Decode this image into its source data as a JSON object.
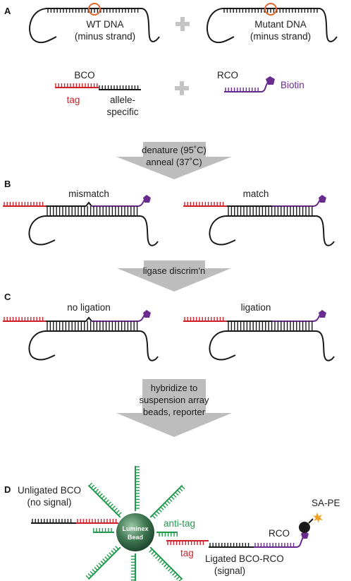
{
  "panels": {
    "a": "A",
    "b": "B",
    "c": "C",
    "d": "D"
  },
  "panel_a": {
    "wt_line1": "WT DNA",
    "wt_line2": "(minus strand)",
    "mut_line1": "Mutant DNA",
    "mut_line2": "(minus strand)",
    "bco": "BCO",
    "tag": "tag",
    "allele1": "allele-",
    "allele2": "specific",
    "rco": "RCO",
    "biotin": "Biotin"
  },
  "arrows": {
    "a1_line1": "denature (95˚C)",
    "a1_line2": "anneal (37˚C)",
    "a2": "ligase discrim'n",
    "a3_line1": "hybridize to",
    "a3_line2": "suspension array",
    "a3_line3": "beads, reporter"
  },
  "panel_b": {
    "left": "mismatch",
    "right": "match"
  },
  "panel_c": {
    "left": "no ligation",
    "right": "ligation"
  },
  "panel_d": {
    "unlig1": "Unligated BCO",
    "unlig2": "(no signal)",
    "bead1": "Luminex",
    "bead2": "Bead",
    "antitag": "anti-tag",
    "tag": "tag",
    "rco": "RCO",
    "sape": "SA-PE",
    "lig1": "Ligated BCO-RCO",
    "lig2": "(signal)"
  },
  "colors": {
    "tag_red": "#d0202a",
    "rco_purple": "#6a2b8e",
    "antitag_green": "#1f9a4c",
    "mutation_circle": "#e0662c",
    "arrow_gray": "#bdbdbd",
    "plus_gray": "#c4c4c4"
  }
}
